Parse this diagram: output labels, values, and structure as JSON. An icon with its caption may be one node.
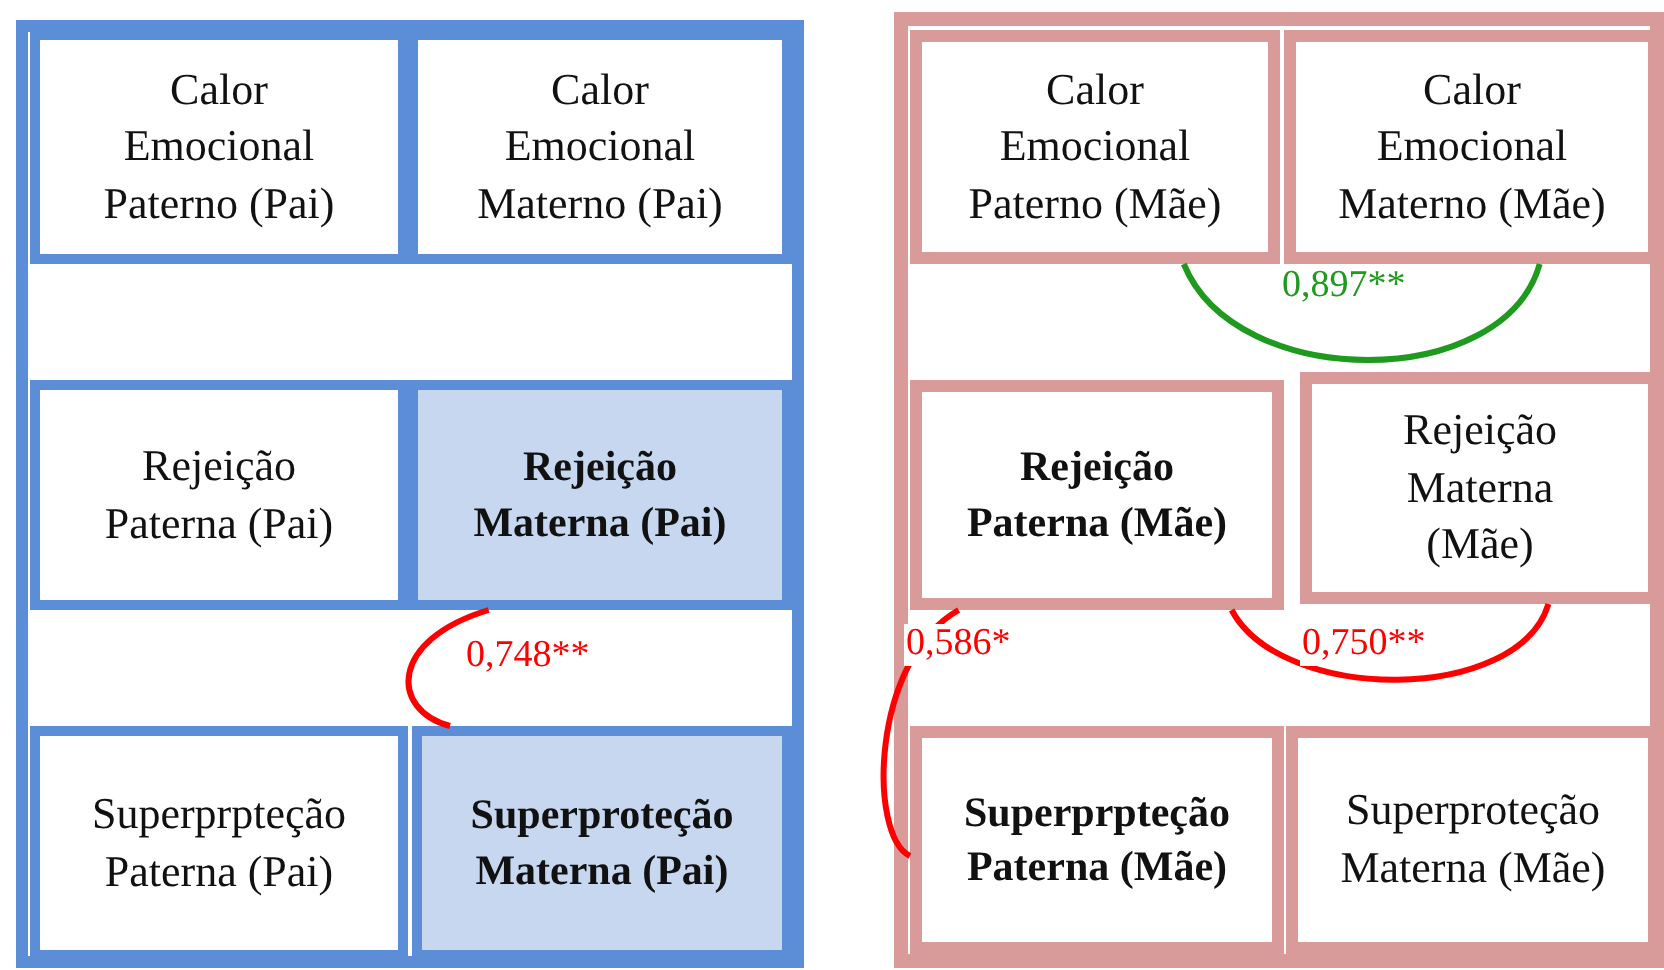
{
  "diagram": {
    "nodes": [
      {
        "text": [],
        "shape": "box"
      },
      {
        "text": [
          "Calor Emocional Paterno (Pai)"
        ],
        "in": 0
      },
      {
        "text": [
          "Calor Emocional Materno (Pai)"
        ],
        "in": 0
      },
      {
        "text": [
          "Rejeição Paterna (Pai)"
        ],
        "in": 0
      },
      {
        "text": [
          "Rejeição Materna (Pai)"
        ],
        "in": 0
      },
      {
        "text": [
          "Superprpteção Paterna (Pai)"
        ],
        "in": 0
      },
      {
        "text": [
          "Superproteção Materna (Pai)"
        ],
        "in": 0
      },
      {
        "text": [],
        "shape": "box"
      },
      {
        "text": [
          "Calor Emocional Paterno (Mãe)"
        ],
        "in": 7
      },
      {
        "text": [
          "Calor Emocional Materno (Mãe)"
        ],
        "in": 7
      },
      {
        "text": [
          "Rejeição Paterna (Mãe)"
        ],
        "in": 7
      },
      {
        "text": [
          "Rejeição Materna (Mãe)"
        ],
        "in": 7
      },
      {
        "text": [
          "Superprpteção Paterna (Mãe)"
        ],
        "in": 7
      },
      {
        "text": [
          "Superproteção Materna (Mãe)"
        ],
        "in": 7
      }
    ],
    "edges": [
      {
        "from": 4,
        "to": 6,
        "arrow": "none",
        "label": "0,748**"
      },
      {
        "from": 8,
        "to": 9,
        "arrow": "none",
        "label": "0,897**",
        "color": "#1e9a1e"
      },
      {
        "from": 10,
        "to": 12,
        "arrow": "none",
        "label": "0,586*"
      },
      {
        "from": 10,
        "to": 11,
        "arrow": "none",
        "label": "0,750**"
      }
    ]
  }
}
